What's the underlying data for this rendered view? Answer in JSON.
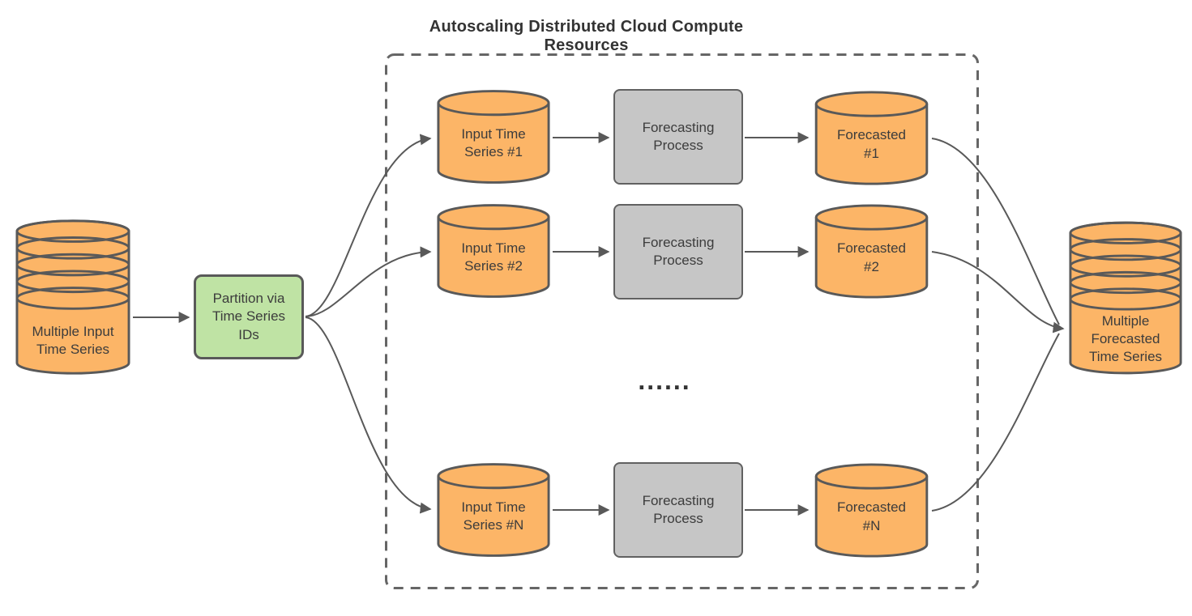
{
  "title": "Autoscaling Distributed Cloud Compute Resources",
  "ellipsis": "......",
  "colors": {
    "cylinder_fill": "#fcb567",
    "partition_fill": "#bfe3a4",
    "process_fill": "#c6c6c6",
    "stroke": "#595959",
    "dashed_border": "#666666",
    "text": "#3c3c3c"
  },
  "nodes": {
    "input_db": {
      "label": "Multiple Input\nTime Series"
    },
    "partition": {
      "label": "Partition via\nTime Series\nIDs"
    },
    "output_db": {
      "label": "Multiple\nForecasted\nTime Series"
    }
  },
  "rows": [
    {
      "input": "Input Time\nSeries #1",
      "process": "Forecasting\nProcess",
      "output": "Forecasted\n#1"
    },
    {
      "input": "Input Time\nSeries #2",
      "process": "Forecasting\nProcess",
      "output": "Forecasted\n#2"
    },
    {
      "input": "Input Time\nSeries #N",
      "process": "Forecasting\nProcess",
      "output": "Forecasted\n#N"
    }
  ]
}
